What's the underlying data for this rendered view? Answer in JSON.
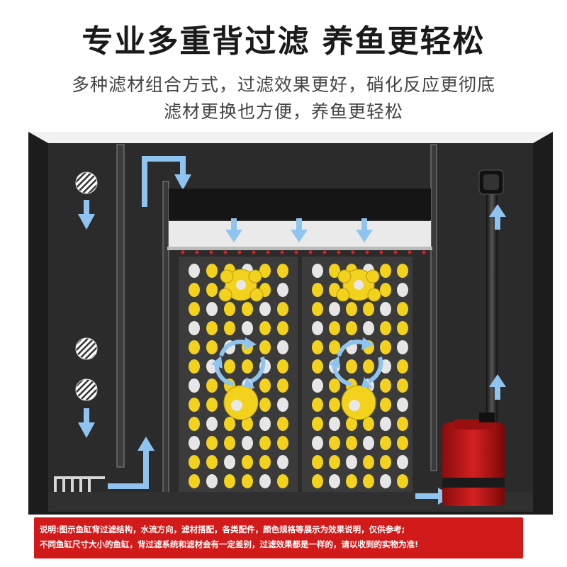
{
  "header": {
    "title": "专业多重背过滤 养鱼更轻松",
    "subtitle_line1": "多种滤材组合方式，过滤效果更好，硝化反应更彻底",
    "subtitle_line2": "滤材更换也方便，养鱼更轻松"
  },
  "notice": {
    "line1": "说明:图示鱼缸背过滤结构，水流方向，滤材搭配，各类配件，颜色规格等展示为效果说明，仅供参考;",
    "line2": "不同鱼缸尺寸大小的鱼缸，背过滤系统和滤材会有一定差别，过滤效果都是一样的，请以收到的实物为准!"
  },
  "colors": {
    "tank_bg": "#2a2a2a",
    "flow_arrow": "#8fc4f0",
    "pump_red": "#c41a1a",
    "filter_panel": "#3a3a3a",
    "media_yellow": "#f2d21c",
    "notice_red": "#d11a1a"
  },
  "icons": [
    "bubble-icon",
    "down-arrow-icon",
    "flow-arrow-icon",
    "rotation-arrow-icon",
    "water-pump-icon",
    "outlet-pipe-icon"
  ]
}
